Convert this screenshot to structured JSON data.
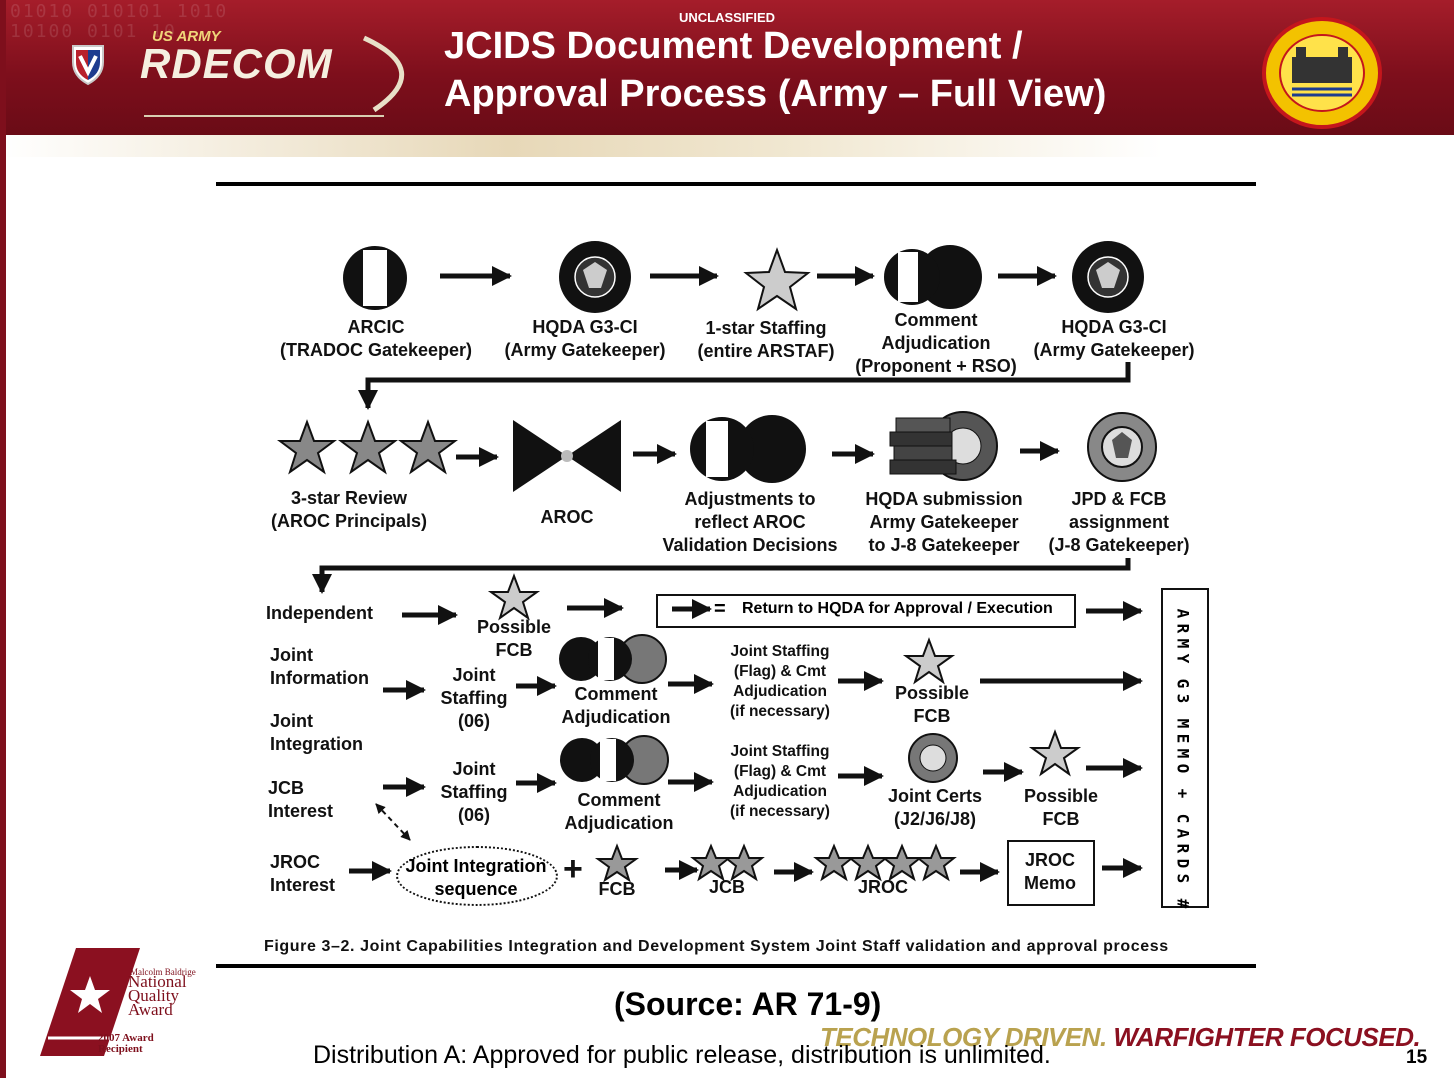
{
  "header": {
    "classification": "UNCLASSIFIED",
    "title_line1": "JCIDS Document Development /",
    "title_line2": "Approval Process (Army – Full View)",
    "logo_small": "US ARMY",
    "logo_main": "RDECOM",
    "seal_name": "armament-research-seal-icon",
    "colors": {
      "banner": "#8b1020",
      "logo_gold": "#f0d67a",
      "seal": "#f3c200"
    }
  },
  "row1": {
    "arcic": [
      "ARCIC",
      "(TRADOC Gatekeeper)"
    ],
    "hqda1": [
      "HQDA G3-CI",
      "(Army Gatekeeper)"
    ],
    "onestar": [
      "1-star Staffing",
      "(entire ARSTAF)"
    ],
    "comment": [
      "Comment",
      "Adjudication",
      "(Proponent + RSO)"
    ],
    "hqda2": [
      "HQDA G3-CI",
      "(Army Gatekeeper)"
    ]
  },
  "row2": {
    "threestar": [
      "3-star Review",
      "(AROC Principals)"
    ],
    "aroc": "AROC",
    "adjust": [
      "Adjustments to",
      "reflect AROC",
      "Validation Decisions"
    ],
    "submission": [
      "HQDA submission",
      "Army Gatekeeper",
      "to J-8 Gatekeeper"
    ],
    "jpd": [
      "JPD & FCB",
      "assignment",
      "(J-8 Gatekeeper)"
    ]
  },
  "tracks": {
    "independent": "Independent",
    "possible_fcb_top": [
      "Possible",
      "FCB"
    ],
    "return_text": "Return to HQDA for Approval / Execution",
    "equals": "=",
    "joint_information": [
      "Joint",
      "Information"
    ],
    "joint_integration": [
      "Joint",
      "Integration"
    ],
    "jcb_interest": [
      "JCB",
      "Interest"
    ],
    "jroc_interest": [
      "JROC",
      "Interest"
    ],
    "joint_staffing_06": [
      "Joint",
      "Staffing",
      "(06)"
    ],
    "comment_adjudication": [
      "Comment",
      "Adjudication"
    ],
    "joint_staffing_flag": [
      "Joint Staffing",
      "(Flag) & Cmt",
      "Adjudication",
      "(if necessary)"
    ],
    "possible_fcb": [
      "Possible",
      "FCB"
    ],
    "joint_certs": [
      "Joint Certs",
      "(J2/J6/J8)"
    ],
    "joint_integration_sequence": [
      "Joint Integration",
      "sequence"
    ],
    "plus": "+",
    "fcb": "FCB",
    "jcb": "JCB",
    "jroc": "JROC",
    "jroc_memo": [
      "JROC",
      "Memo"
    ],
    "army_g3_memo": "ARMY G3 MEMO + CARDS #"
  },
  "figure_caption": "Figure 3–2. Joint Capabilities Integration and Development System Joint Staff validation and approval process",
  "source": "(Source: AR 71-9)",
  "footer": {
    "distribution": "Distribution A: Approved for public release, distribution is unlimited.",
    "tagline_1": "TECHNOLOGY DRIVEN.",
    "tagline_2": "WARFIGHTER FOCUSED.",
    "page": "15",
    "baldrige_1": "Malcolm Baldrige",
    "baldrige_2": "National Quality Award",
    "baldrige_3": "2007 Award Recipient"
  }
}
